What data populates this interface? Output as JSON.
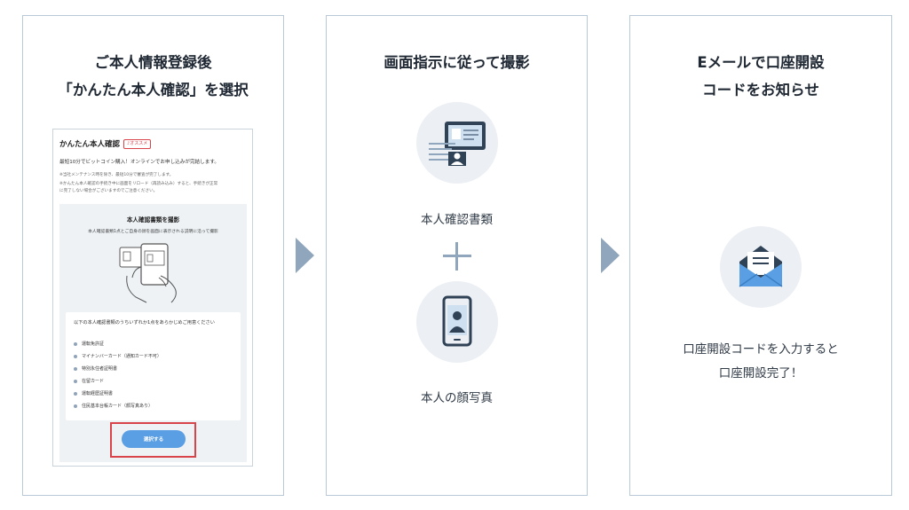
{
  "colors": {
    "accent": "#5a9ee3",
    "arrow": "#8fa6bd",
    "border": "#b9c9d8",
    "highlight": "#d9434a",
    "icon_dark": "#2f4256",
    "circle_bg": "#eceff3"
  },
  "steps": [
    {
      "title_line1": "ご本人情報登録後",
      "title_line2": "「かんたん本人確認」を選択",
      "mock": {
        "title": "かんたん本人確認",
        "badge": "♪オススメ",
        "lead": "最短10分でビットコイン購入！オンラインでお申し込みが完結します。",
        "note1": "※当社メンテナンス時を除き、最短10分で審査が完了します。",
        "note2": "※かんたん本人確認の手続き中に画面をリロード（再読み込み）すると、手続きが正常",
        "note3": "に完了しない場合がございますのでご注意ください。",
        "box_title": "本人確認書類を撮影",
        "box_desc": "本人確認書類1点とご自身の顔を画面に表示される説明に沿って撮影",
        "illustration_icon": "phone-photo-illustration",
        "list_head": "以下の本人確認書類のうちいずれか1点をあらかじめご用意ください",
        "documents": [
          "運転免許証",
          "マイナンバーカード（通知カード不可）",
          "特別永住者証明書",
          "在留カード",
          "運転経歴証明書",
          "住民基本台帳カード（顔写真あり）"
        ],
        "button": "選択する"
      }
    },
    {
      "title": "画面指示に従って撮影",
      "item1_icon": "id-document-icon",
      "item1_caption": "本人確認書類",
      "plus_icon": "plus-icon",
      "item2_icon": "smartphone-face-icon",
      "item2_caption": "本人の顔写真"
    },
    {
      "title_line1": "Eメールで口座開設",
      "title_line2": "コードをお知らせ",
      "icon": "mail-icon",
      "text_line1": "口座開設コードを入力すると",
      "text_line2": "口座開設完了！"
    }
  ]
}
